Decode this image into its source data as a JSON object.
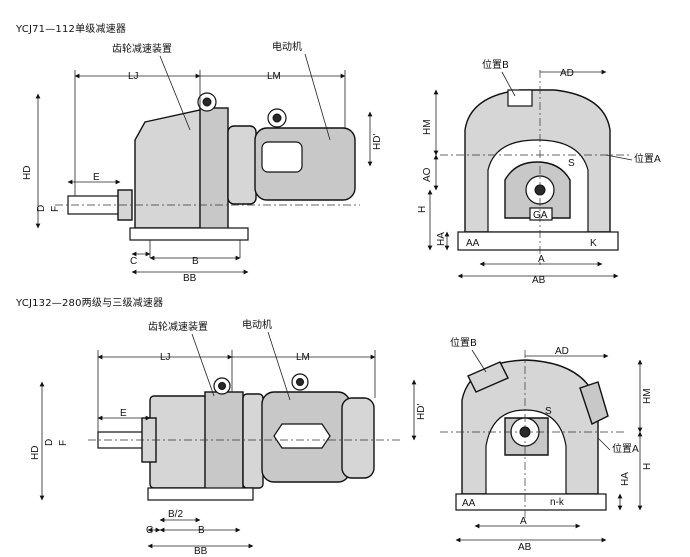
{
  "titles": {
    "top": "YCJ71—112单级减速器",
    "bottom": "YCJ132—280两级与三级减速器"
  },
  "top_side": {
    "reducer_label": "齿轮减速装置",
    "motor_label": "电动机",
    "dims": {
      "LJ": "LJ",
      "LM": "LM",
      "HD_prime": "HD'",
      "HD": "HD",
      "E": "E",
      "D": "D",
      "F": "F",
      "C": "C",
      "B": "B",
      "BB": "BB"
    }
  },
  "top_front": {
    "pos_b": "位置B",
    "pos_a": "位置A",
    "dims": {
      "AD": "AD",
      "HM": "HM",
      "AO": "AO",
      "H": "H",
      "HA": "HA",
      "S": "S",
      "GA": "GA",
      "AA": "AA",
      "K": "K",
      "A": "A",
      "AB": "AB"
    }
  },
  "bottom_side": {
    "reducer_label": "齿轮减速装置",
    "motor_label": "电动机",
    "dims": {
      "LJ": "LJ",
      "LM": "LM",
      "HD_prime": "HD'",
      "HD": "HD",
      "E": "E",
      "D": "D",
      "F": "F",
      "C": "C",
      "B_half": "B/2",
      "B": "B",
      "BB": "BB"
    }
  },
  "bottom_front": {
    "pos_b": "位置B",
    "pos_a": "位置A",
    "dims": {
      "AD": "AD",
      "HM": "HM",
      "H": "H",
      "HA": "HA",
      "S": "S",
      "AA": "AA",
      "nk": "n-k",
      "A": "A",
      "AB": "AB"
    }
  }
}
